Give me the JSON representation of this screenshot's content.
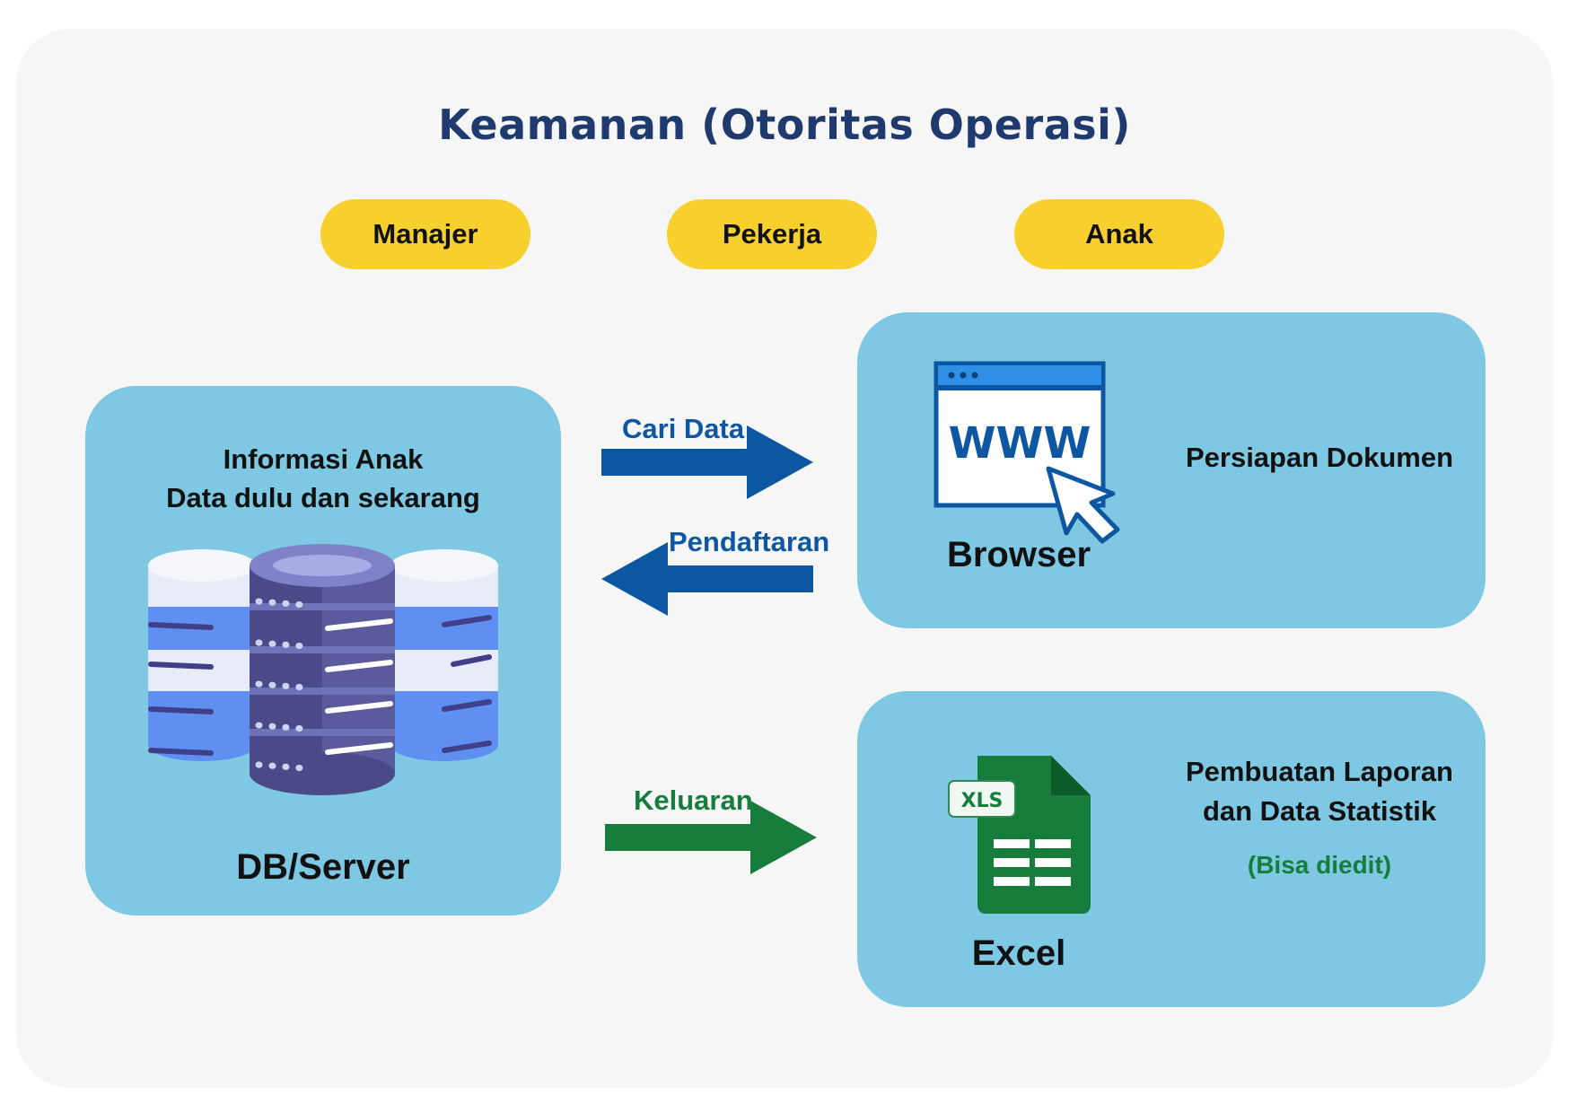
{
  "title": "Keamanan (Otoritas Operasi)",
  "roles": [
    "Manajer",
    "Pekerja",
    "Anak"
  ],
  "db_card": {
    "line1": "Informasi Anak",
    "line2": "Data dulu dan sekarang",
    "label": "DB/Server"
  },
  "browser_card": {
    "label": "Browser",
    "description": "Persiapan Dokumen",
    "www_text": "WWW",
    "icon": "browser-www-icon"
  },
  "excel_card": {
    "label": "Excel",
    "description_line1": "Pembuatan Laporan",
    "description_line2": "dan Data Statistik",
    "note": "(Bisa diedit)",
    "badge": "XLS",
    "icon": "excel-xls-icon"
  },
  "arrows": {
    "search": "Cari Data",
    "register": "Pendaftaran",
    "output": "Keluaran"
  },
  "colors": {
    "background": "#f6f6f6",
    "title": "#1f3a6e",
    "pill": "#f8d02e",
    "card": "#7ec8e3",
    "arrow_blue": "#0d57a2",
    "arrow_green": "#167d3d",
    "note_green": "#167d3d"
  }
}
